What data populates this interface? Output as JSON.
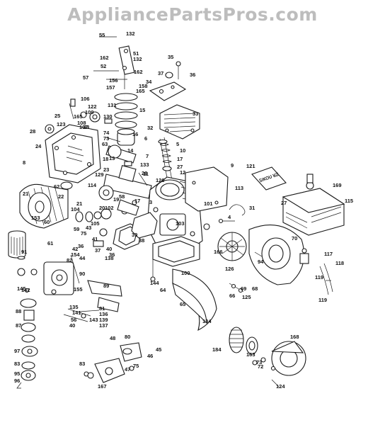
{
  "header": {
    "watermark": "AppliancePartsPros.com"
  },
  "sign_text": "Ꮪꓲꓗꓳꓴ ꓤꓜ",
  "callouts": [
    "55",
    "132",
    "51",
    "162",
    "132",
    "52",
    "57",
    "156",
    "162",
    "157",
    "158",
    "165",
    "35",
    "37",
    "36",
    "34",
    "106",
    "122",
    "131",
    "25",
    "165",
    "109",
    "130",
    "123",
    "108",
    "107",
    "28",
    "23",
    "74",
    "73",
    "63",
    "24",
    "15",
    "33",
    "32",
    "6",
    "5",
    "10",
    "16",
    "14",
    "13",
    "18",
    "7",
    "8",
    "17",
    "133",
    "27",
    "26",
    "23",
    "129",
    "12",
    "11",
    "120",
    "9",
    "121",
    "113",
    "27",
    "169",
    "115",
    "114",
    "22",
    "21",
    "62",
    "58",
    "20",
    "19",
    "17",
    "104",
    "21",
    "59",
    "102",
    "105",
    "103",
    "101",
    "3",
    "4",
    "31",
    "153",
    "60",
    "61",
    "75",
    "43",
    "41",
    "36",
    "36",
    "38",
    "39",
    "40",
    "42",
    "44",
    "138",
    "37",
    "166",
    "100",
    "94",
    "70",
    "117",
    "118",
    "91",
    "154",
    "82",
    "119",
    "119",
    "90",
    "155",
    "144",
    "126",
    "69",
    "125",
    "66",
    "68",
    "145",
    "64",
    "65",
    "134",
    "89",
    "142",
    "135",
    "81",
    "143",
    "141",
    "136",
    "88",
    "56",
    "139",
    "40",
    "137",
    "87",
    "80",
    "184",
    "163",
    "168",
    "83",
    "48",
    "45",
    "97",
    "47",
    "46",
    "73",
    "72",
    "83",
    "75",
    "95",
    "167",
    "96",
    "124"
  ]
}
